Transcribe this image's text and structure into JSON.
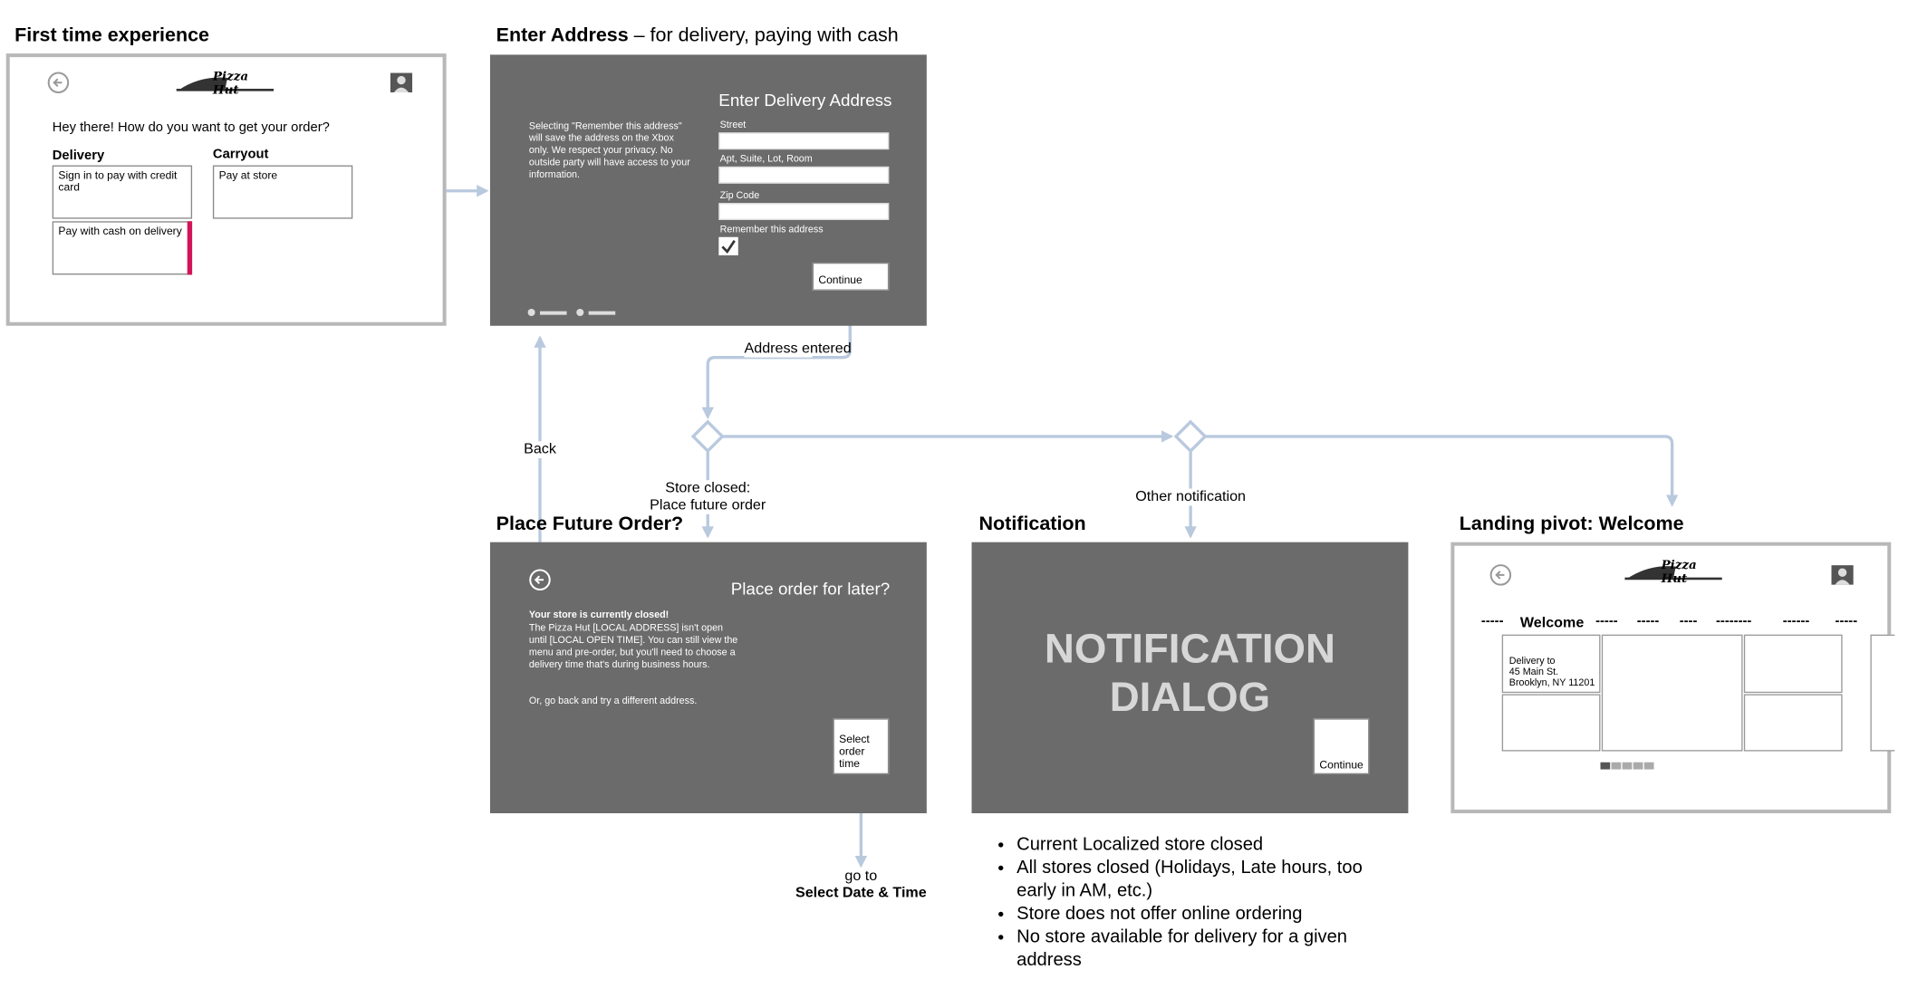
{
  "titles": {
    "first_time": "First time experience",
    "enter_address": "Enter Address",
    "enter_address_sub": " – for delivery, paying with cash",
    "future_order": "Place Future Order?",
    "notification": "Notification",
    "landing": "Landing pivot: Welcome"
  },
  "first_time_screen": {
    "logo_text": "Pizza Hut",
    "question": "Hey there! How do you want to get your order?",
    "delivery_label": "Delivery",
    "carryout_label": "Carryout",
    "option_credit": "Sign in to pay with credit card",
    "option_cash": "Pay with cash on delivery",
    "option_store": "Pay at store"
  },
  "address_screen": {
    "heading": "Enter Delivery Address",
    "privacy_note": "Selecting \"Remember this address\" will save the address on the Xbox only. We respect your privacy. No outside party will have access to your information.",
    "street_label": "Street",
    "apt_label": "Apt, Suite, Lot, Room",
    "zip_label": "Zip Code",
    "remember_label": "Remember this address",
    "continue_label": "Continue"
  },
  "future_screen": {
    "heading": "Place order for later?",
    "closed_title": "Your store is currently closed!",
    "closed_body": "The Pizza Hut [LOCAL ADDRESS] isn't open until [LOCAL OPEN TIME]. You can still view the menu and pre-order, but you'll need to choose a delivery time that's during business hours.",
    "alt_text": "Or, go back and try a different address.",
    "select_time_label": "Select order time"
  },
  "notification_screen": {
    "dialog_line1": "NOTIFICATION",
    "dialog_line2": "DIALOG",
    "continue_label": "Continue"
  },
  "landing_screen": {
    "logo_text": "Pizza Hut",
    "welcome_label": "Welcome",
    "pivot_dashes": [
      "-----",
      "-----",
      "-----",
      "----",
      "--------",
      "------",
      "-----"
    ],
    "delivery_to": "Delivery to",
    "address_line1": "45 Main St.",
    "address_line2": "Brooklyn, NY 11201"
  },
  "flow_labels": {
    "address_entered": "Address entered",
    "back": "Back",
    "store_closed_1": "Store closed:",
    "store_closed_2": "Place future order",
    "other_notification": "Other notification",
    "go_to": "go to",
    "select_date_time": "Select Date & Time"
  },
  "notification_cases": [
    "Current Localized store closed",
    "All stores closed (Holidays, Late hours, too early in AM, etc.)",
    "Store does not offer online ordering",
    "No store available for delivery for a given address"
  ],
  "colors": {
    "connector": "#b9c9de",
    "dark_screen": "#6b6b6b",
    "accent_bar": "#d4145a",
    "frame": "#b8b8b8"
  }
}
